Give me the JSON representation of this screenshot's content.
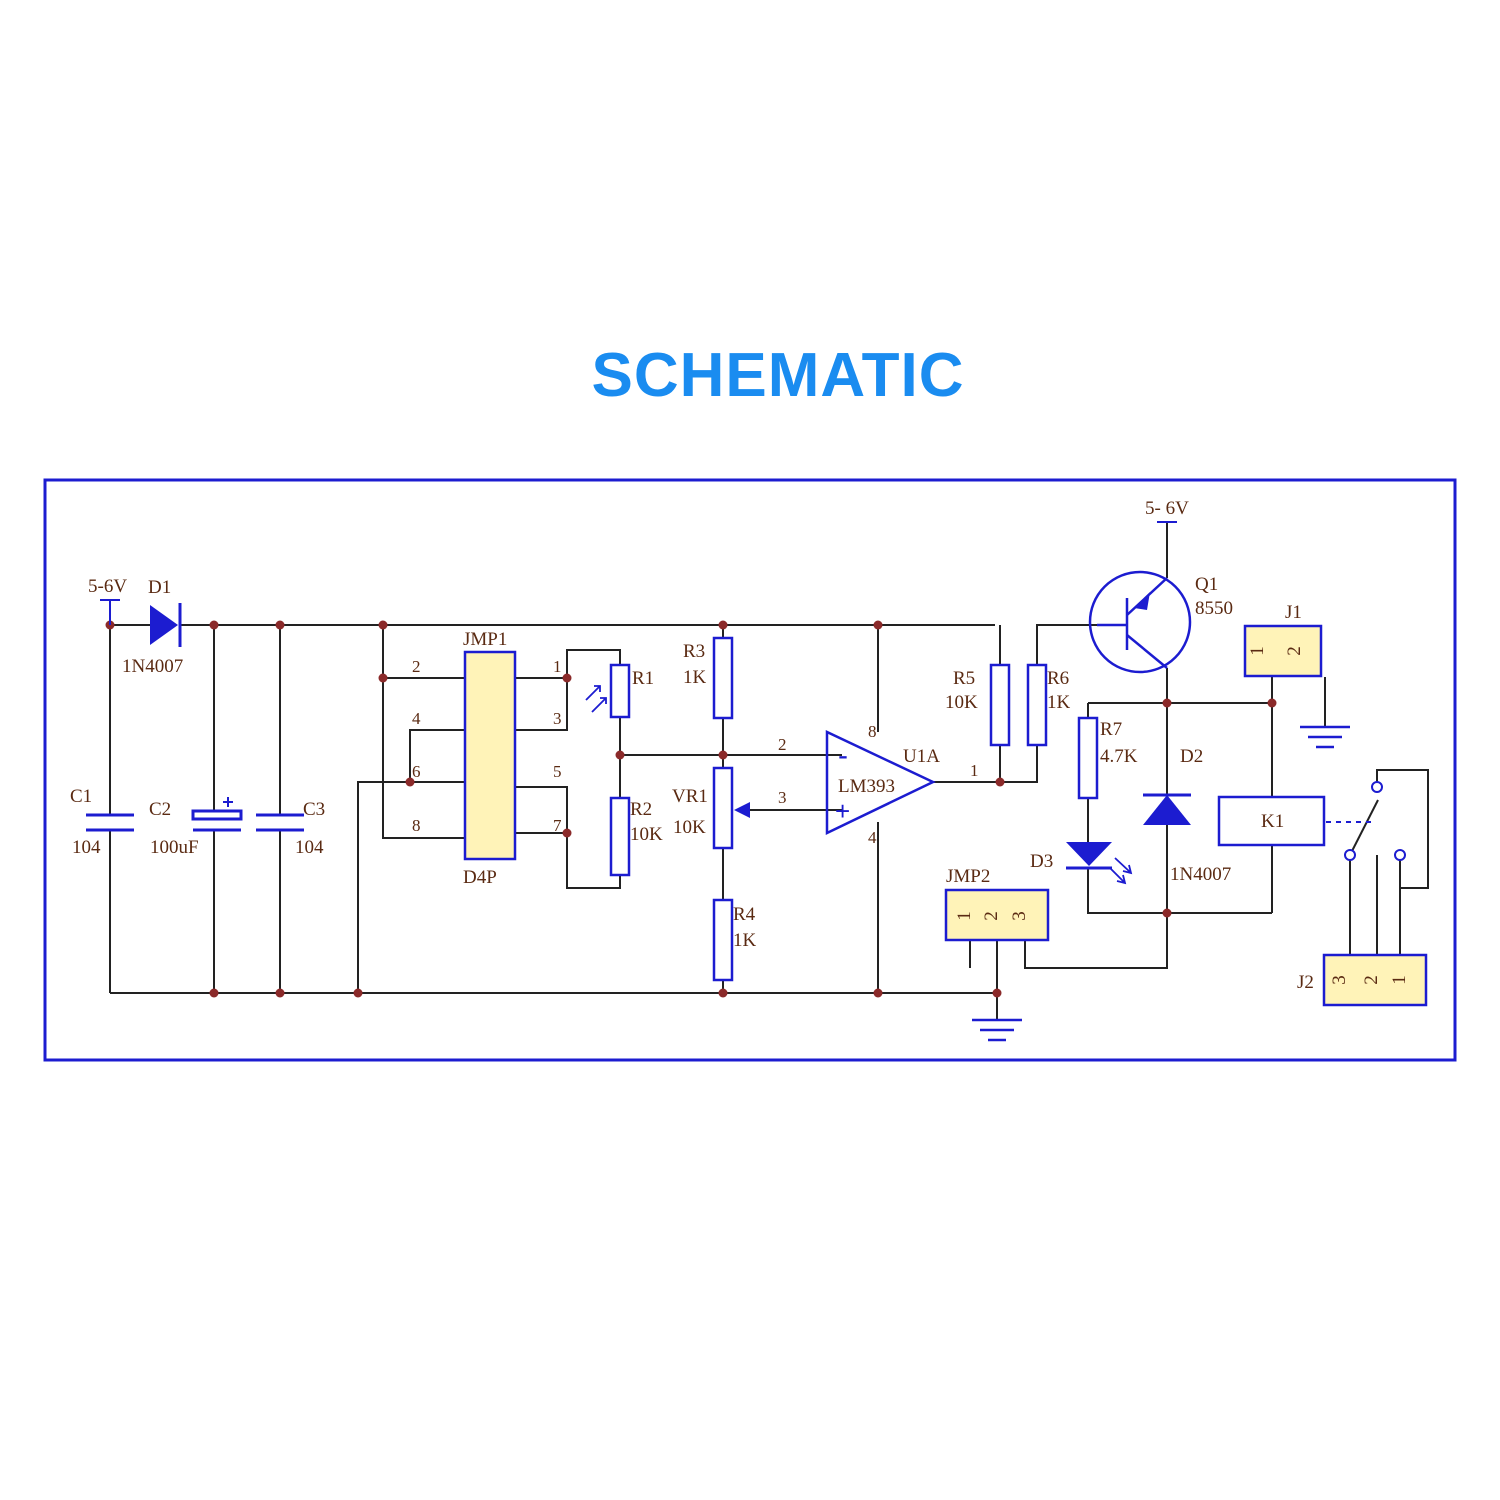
{
  "title": "SCHEMATIC",
  "colors": {
    "title": "#1a8cf0",
    "frame": "#1c1cd0",
    "wire": "#222222",
    "component": "#1c1cd0",
    "label": "#5a2a12",
    "fill": "#fff3b8",
    "junction": "#8b2a2a"
  },
  "power": {
    "left_supply": "5-6V",
    "right_supply": "5- 6V"
  },
  "labels": {
    "d1": {
      "ref": "D1",
      "value": "1N4007"
    },
    "c1": {
      "ref": "C1",
      "value": "104"
    },
    "c2": {
      "ref": "C2",
      "value": "100uF"
    },
    "c3": {
      "ref": "C3",
      "value": "104"
    },
    "jmp1": {
      "ref": "JMP1",
      "footprint": "D4P"
    },
    "r1": {
      "ref": "R1"
    },
    "r2": {
      "ref": "R2",
      "value": "10K"
    },
    "r3": {
      "ref": "R3",
      "value": "1K"
    },
    "vr1": {
      "ref": "VR1",
      "value": "10K"
    },
    "r4": {
      "ref": "R4",
      "value": "1K"
    },
    "u1a": {
      "ref": "U1A",
      "part": "LM393",
      "minus": "-",
      "plus": "+"
    },
    "r5": {
      "ref": "R5",
      "value": "10K"
    },
    "r6": {
      "ref": "R6",
      "value": "1K"
    },
    "r7": {
      "ref": "R7",
      "value": "4.7K"
    },
    "q1": {
      "ref": "Q1",
      "value": "8550"
    },
    "d2": {
      "ref": "D2",
      "value": "1N4007"
    },
    "d3": {
      "ref": "D3"
    },
    "k1": {
      "ref": "K1"
    },
    "j1": {
      "ref": "J1",
      "pin1": "1",
      "pin2": "2"
    },
    "j2": {
      "ref": "J2",
      "pin1": "1",
      "pin2": "2",
      "pin3": "3"
    },
    "jmp2": {
      "ref": "JMP2",
      "pin1": "1",
      "pin2": "2",
      "pin3": "3"
    }
  },
  "pins": {
    "jmp1_left": [
      "2",
      "4",
      "6",
      "8"
    ],
    "jmp1_right": [
      "1",
      "3",
      "5",
      "7"
    ],
    "u1a": {
      "in_minus": "2",
      "in_plus": "3",
      "out": "1",
      "vcc": "8",
      "gnd": "4"
    }
  },
  "icons": {
    "vr1_wiper": "arrow-icon",
    "r1": "photoresistor-icon",
    "d3": "led-icon",
    "q1": "pnp-transistor-icon",
    "gnd": "ground-icon"
  }
}
